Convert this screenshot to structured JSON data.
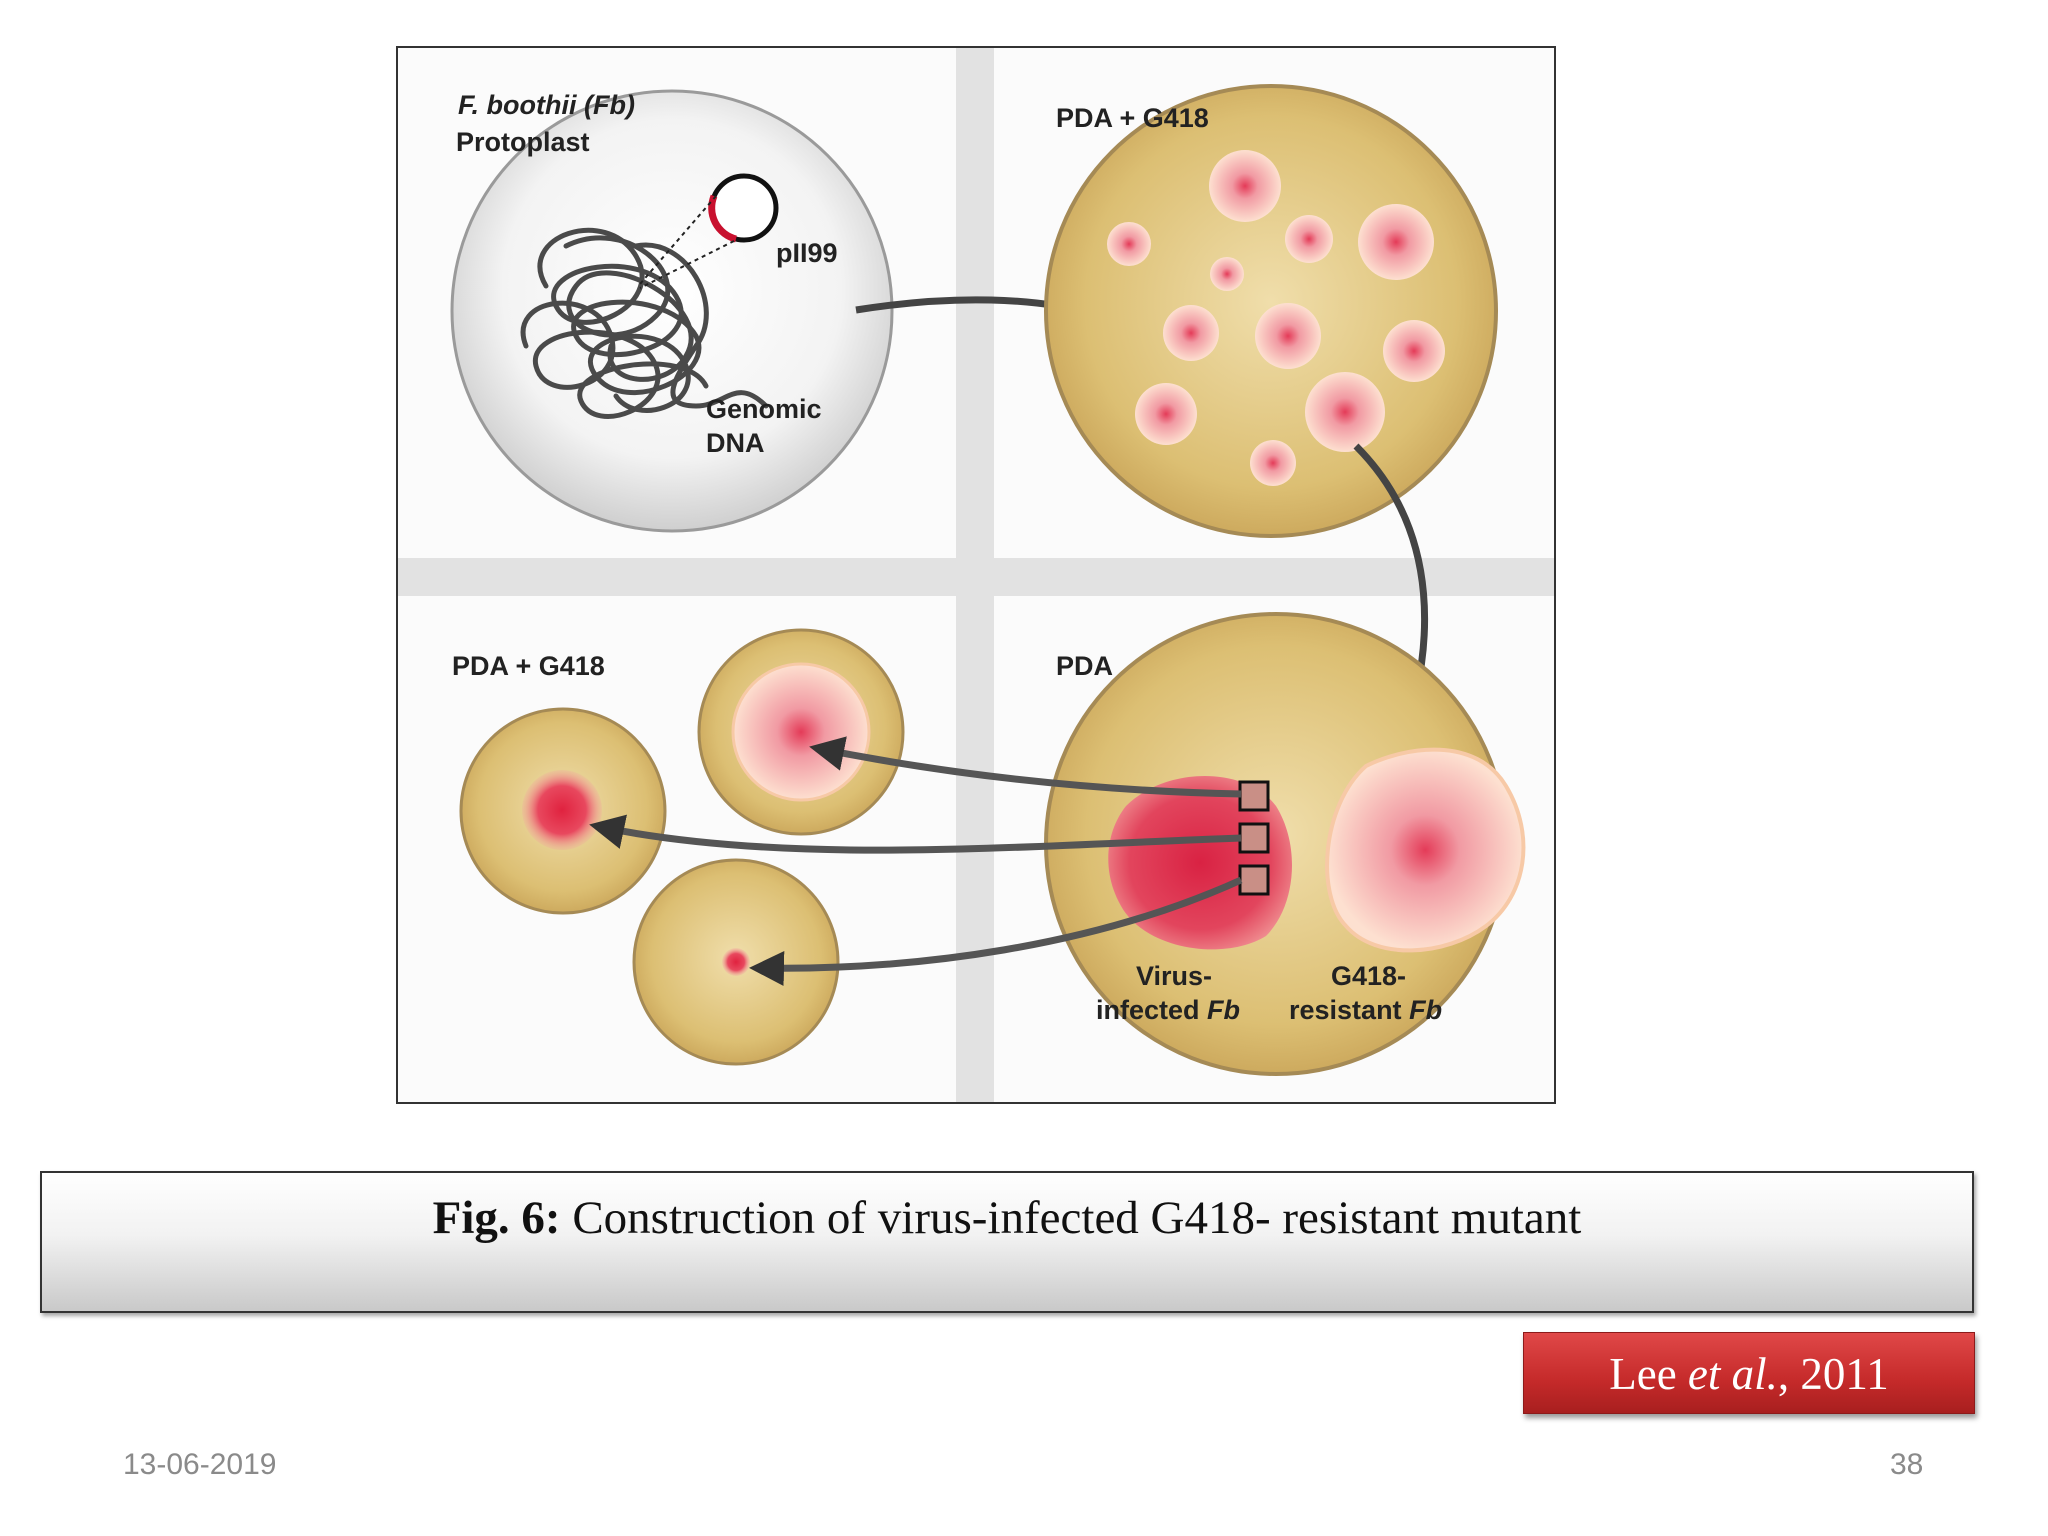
{
  "figure": {
    "panel_tl": {
      "species_label": "F. boothii",
      "species_abbrev": "(Fb)",
      "protoplast_label": "Protoplast",
      "plasmid_label": "pII99",
      "genomic_label_1": "Genomic",
      "genomic_label_2": "DNA"
    },
    "panel_tr": {
      "medium_label": "PDA + G418"
    },
    "panel_bl": {
      "medium_label": "PDA + G418"
    },
    "panel_br": {
      "medium_label": "PDA",
      "virus_label_1": "Virus-",
      "virus_label_2": "infected",
      "virus_label_2_italic": "Fb",
      "g418_label_1": "G418-",
      "g418_label_2": "resistant",
      "g418_label_2_italic": "Fb"
    }
  },
  "caption": {
    "prefix": "Fig. 6:",
    "text": " Construction of virus-infected G418- resistant mutant"
  },
  "citation": {
    "author": "Lee ",
    "etal": "et al.",
    "year": ", 2011"
  },
  "footer": {
    "date": "13-06-2019",
    "page": "38"
  },
  "colors": {
    "plate": "#d9b968",
    "colony_pink": "#f1a0a0",
    "colony_core": "#e2364f",
    "virus_red": "#d9263f",
    "citation_red": "#c52a2a"
  }
}
